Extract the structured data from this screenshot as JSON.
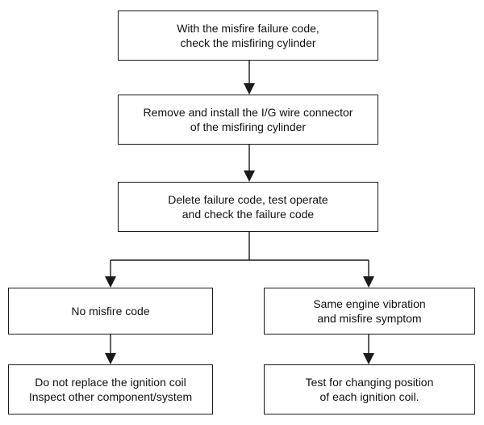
{
  "flowchart": {
    "steps": [
      {
        "id": "check-cylinder",
        "text": "With the misfire failure code,\ncheck the misfiring cylinder"
      },
      {
        "id": "reinstall-connector",
        "text": "Remove and install the I/G wire connector\nof the misfiring cylinder"
      },
      {
        "id": "delete-code",
        "text": "Delete failure code, test operate\nand check the  failure code"
      },
      {
        "id": "no-misfire",
        "text": "No misfire code"
      },
      {
        "id": "same-symptom",
        "text": "Same engine vibration\nand misfire symptom"
      },
      {
        "id": "do-not-replace",
        "text": "Do not replace the ignition coil\nInspect other component/system"
      },
      {
        "id": "test-coil-position",
        "text": "Test for changing position\nof each ignition coil."
      }
    ],
    "connections": [
      {
        "from": "check-cylinder",
        "to": "reinstall-connector"
      },
      {
        "from": "reinstall-connector",
        "to": "delete-code"
      },
      {
        "from": "delete-code",
        "to": "no-misfire"
      },
      {
        "from": "delete-code",
        "to": "same-symptom"
      },
      {
        "from": "no-misfire",
        "to": "do-not-replace"
      },
      {
        "from": "same-symptom",
        "to": "test-coil-position"
      }
    ],
    "line_color": "#1a1a1a"
  }
}
